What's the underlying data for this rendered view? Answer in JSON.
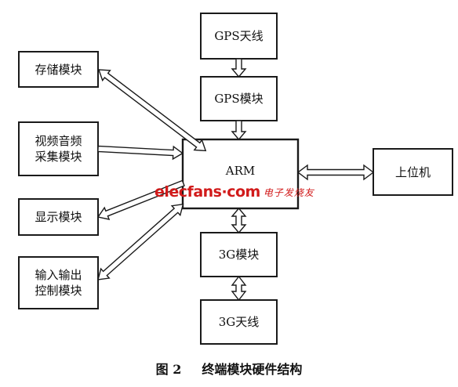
{
  "boxes": {
    "gps_antenna": "GPS天线",
    "gps_module": "GPS模块",
    "arm": "ARM",
    "storage": "存储模块",
    "av_capture": "视频音频\n采集模块",
    "display": "显示模块",
    "io_control": "输入输出\n控制模块",
    "host": "上位机",
    "module_3g": "3G模块",
    "antenna_3g": "3G天线"
  },
  "watermark": {
    "main": "elecfans·com",
    "sub": "电子发烧友"
  },
  "caption": {
    "number": "图 2",
    "title": "终端模块硬件结构"
  }
}
